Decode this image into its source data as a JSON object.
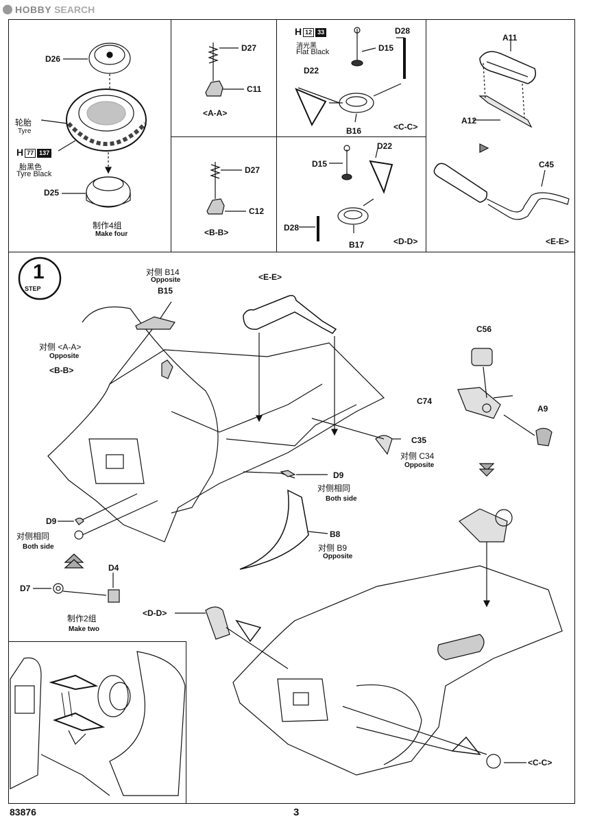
{
  "watermark": {
    "logo_text": "HOBBY",
    "search_text": "SEARCH"
  },
  "panel_tyre": {
    "d26": "D26",
    "tyre_cn": "轮胎",
    "tyre_en": "Tyre",
    "h": "H",
    "h_num1": "77",
    "h_num2": "137",
    "tyre_black_cn": "胎黑色",
    "tyre_black_en": "Tyre Black",
    "d25": "D25",
    "make_cn": "制作4组",
    "make_en": "Make four"
  },
  "panel_aa": {
    "d27": "D27",
    "c11": "C11",
    "title": "<A-A>"
  },
  "panel_bb": {
    "d27": "D27",
    "c12": "C12",
    "title": "<B-B>"
  },
  "panel_cc": {
    "h": "H",
    "h_num1": "12",
    "h_num2": "33",
    "flat_cn": "消光黑",
    "flat_en": "Flat Black",
    "d28": "D28",
    "d15": "D15",
    "d22": "D22",
    "b16": "B16",
    "title": "<C-C>"
  },
  "panel_dd": {
    "d15": "D15",
    "d22": "D22",
    "d28": "D28",
    "b17": "B17",
    "title": "<D-D>"
  },
  "panel_ee": {
    "a11": "A11",
    "a12": "A12",
    "c45": "C45",
    "title": "<E-E>"
  },
  "step": {
    "number": "1",
    "label": "STEP"
  },
  "main": {
    "b14_cn": "对侧 B14",
    "b14_en": "Opposite",
    "b15": "B15",
    "aa_cn": "对侧 <A-A>",
    "aa_en": "Opposite",
    "bb": "<B-B>",
    "ee": "<E-E>",
    "c56": "C56",
    "c74": "C74",
    "a9": "A9",
    "c35": "C35",
    "c34_cn": "对侧 C34",
    "c34_en": "Opposite",
    "d9_right": "D9",
    "both_cn_right": "对侧相同",
    "both_en_right": "Both side",
    "d9_left": "D9",
    "both_cn_left": "对侧相同",
    "both_en_left": "Both side",
    "b8": "B8",
    "b9_cn": "对侧 B9",
    "b9_en": "Opposite",
    "d4": "D4",
    "d7": "D7",
    "make2_cn": "制作2组",
    "make2_en": "Make two",
    "dd": "<D-D>",
    "cc": "<C-C>"
  },
  "footer": {
    "code": "83876",
    "page": "3"
  }
}
